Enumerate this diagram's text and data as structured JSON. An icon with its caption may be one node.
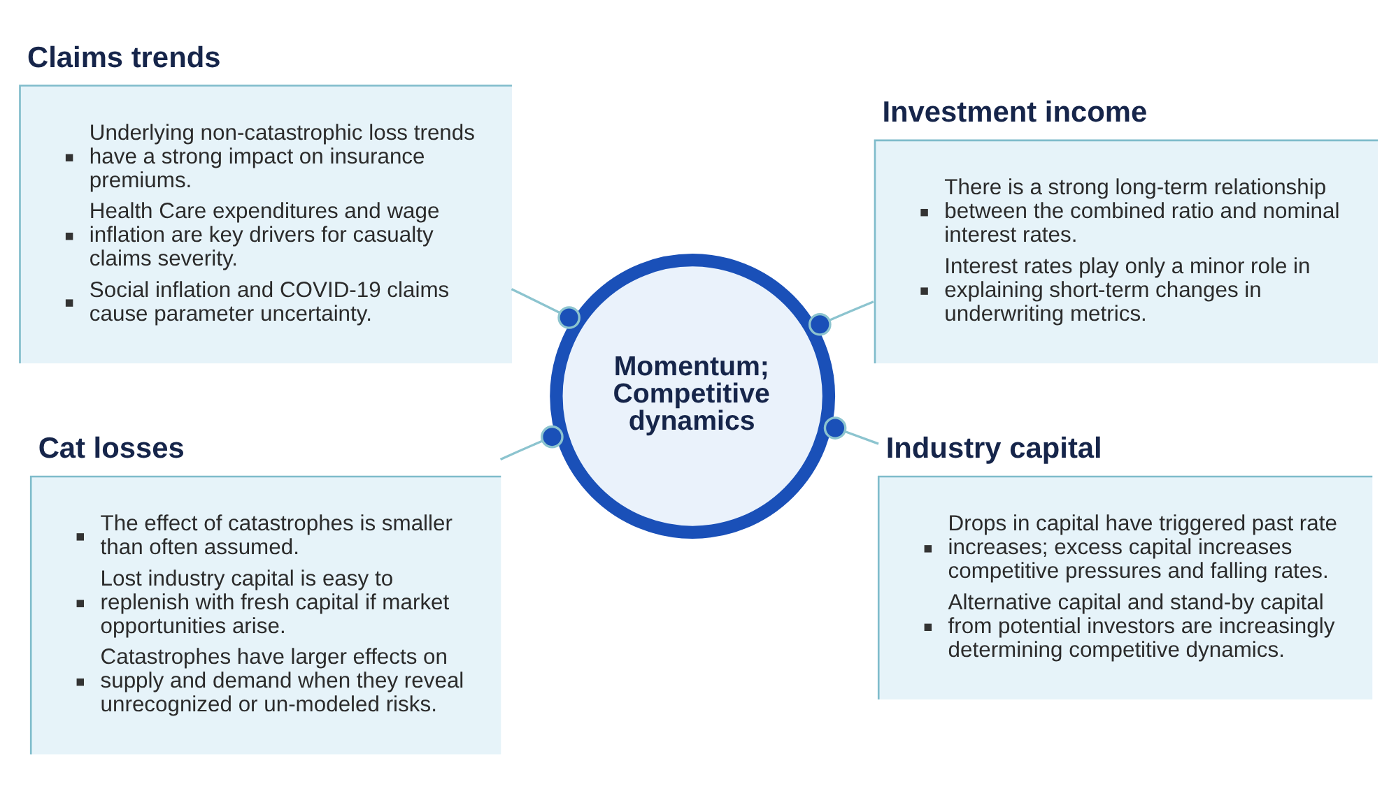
{
  "diagram": {
    "nodes": [
      {
        "text": [
          "Claims trends",
          "Underlying non-catastrophic loss trends have a strong impact on insurance premiums.",
          "Health Care expenditures and wage inflation are key drivers for casualty claims severity.",
          "Social inflation and COVID-19 claims cause parameter uncertainty."
        ]
      },
      {
        "text": [
          "Investment income",
          "There is a strong long-term relationship between the combined ratio and nominal interest rates.",
          "Interest rates play only a minor role in explaining short-term changes in underwriting metrics."
        ]
      },
      {
        "text": [
          "Momentum; Competitive dynamics"
        ]
      },
      {
        "text": [
          "Cat losses",
          "The effect of catastrophes is smaller than often assumed.",
          "Lost industry capital is easy to replenish with fresh capital if market opportunities arise.",
          "Catastrophes have larger effects on supply and demand when they reveal unrecognized or un-modeled risks."
        ]
      },
      {
        "text": [
          "Industry capital",
          "Drops in capital have triggered past rate increases; excess capital increases competitive pressures and falling rates.",
          "Alternative capital and stand-by capital from potential investors are increasingly determining competitive dynamics."
        ]
      }
    ],
    "edges": [
      {
        "from": 2,
        "to": 0,
        "arrow": "other"
      },
      {
        "from": 2,
        "to": 1,
        "arrow": "other"
      },
      {
        "from": 2,
        "to": 3,
        "arrow": "other"
      },
      {
        "from": 2,
        "to": 4,
        "arrow": "other"
      }
    ]
  }
}
